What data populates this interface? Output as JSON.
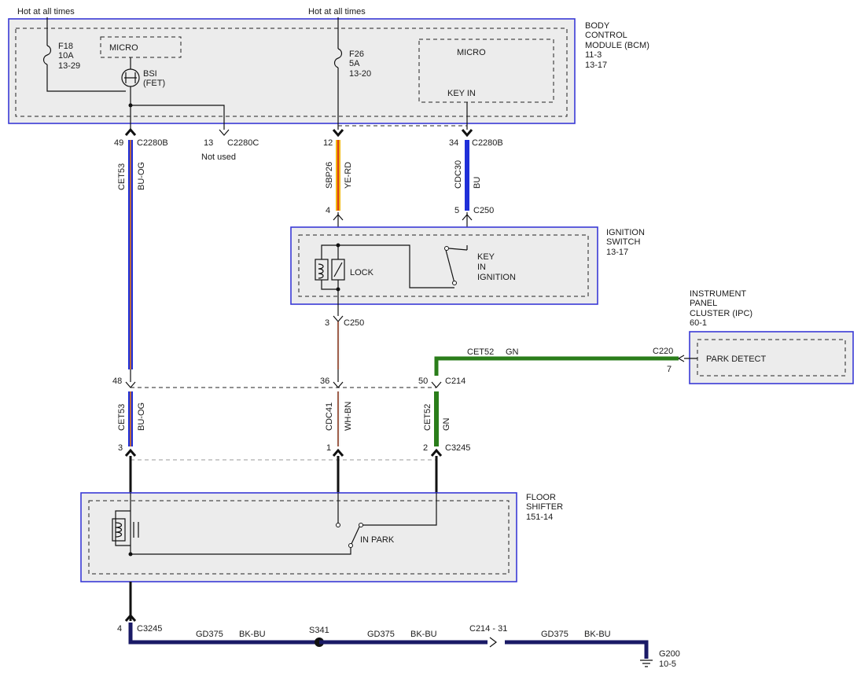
{
  "feed_labels": {
    "left": "Hot at all times",
    "right": "Hot at all times"
  },
  "bcm": {
    "title_lines": [
      "BODY",
      "CONTROL",
      "MODULE (BCM)",
      "11-3",
      "13-17"
    ],
    "fuse_f18": [
      "F18",
      "10A",
      "13-29"
    ],
    "fuse_f26": [
      "F26",
      "5A",
      "13-20"
    ],
    "micro_left": "MICRO",
    "bsi": [
      "BSI",
      "(FET)"
    ],
    "micro_right": "MICRO",
    "key_in": "KEY IN"
  },
  "bcm_pins": {
    "p49": "49",
    "c2280b_a": "C2280B",
    "p13": "13",
    "c2280c": "C2280C",
    "not_used": "Not used",
    "p12": "12",
    "p34": "34",
    "c2280b_b": "C2280B"
  },
  "wire_labels": {
    "cet53_top": "CET53",
    "buog_top": "BU-OG",
    "sbp26": "SBP26",
    "yerd": "YE-RD",
    "cdc30": "CDC30",
    "bu": "BU",
    "cet53_mid": "CET53",
    "buog_mid": "BU-OG",
    "cdc41": "CDC41",
    "whbn": "WH-BN",
    "cet52_mid": "CET52",
    "gn_mid": "GN",
    "cet52_h": "CET52",
    "gn_h": "GN"
  },
  "ignition": {
    "title_lines": [
      "IGNITION",
      "SWITCH",
      "13-17"
    ],
    "lock": "LOCK",
    "key_lines": [
      "KEY",
      "IN",
      "IGNITION"
    ],
    "pin4": "4",
    "pin5": "5",
    "c250_top": "C250",
    "pin3": "3",
    "c250_bot": "C250"
  },
  "ipc": {
    "title_lines": [
      "INSTRUMENT",
      "PANEL",
      "CLUSTER (IPC)",
      "60-1"
    ],
    "park_detect": "PARK DETECT",
    "c220": "C220",
    "pin7": "7"
  },
  "c214": {
    "p48": "48",
    "p36": "36",
    "p50": "50",
    "label": "C214"
  },
  "c3245": {
    "p3": "3",
    "p1": "1",
    "p2": "2",
    "label": "C3245"
  },
  "shifter": {
    "title_lines": [
      "FLOOR",
      "SHIFTER",
      "151-14"
    ],
    "in_park": "IN PARK"
  },
  "ground": {
    "pin4": "4",
    "c3245": "C3245",
    "gd1": "GD375",
    "bkbu1": "BK-BU",
    "s341": "S341",
    "gd2": "GD375",
    "bkbu2": "BK-BU",
    "c214_31": "C214 - 31",
    "gd3": "GD375",
    "bkbu3": "BK-BU",
    "g200": "G200",
    "g200_ref": "10-5"
  },
  "colors": {
    "module_border": "#3a3ad6",
    "bu": "#1f2fd8",
    "og": "#e07a1c",
    "ye": "#f2b705",
    "rd": "#d42020",
    "wh": "#f4f4f4",
    "bn": "#8a3a22",
    "gn": "#2a7d1a",
    "bk": "#101010",
    "ground_bu": "#1a1a66"
  }
}
